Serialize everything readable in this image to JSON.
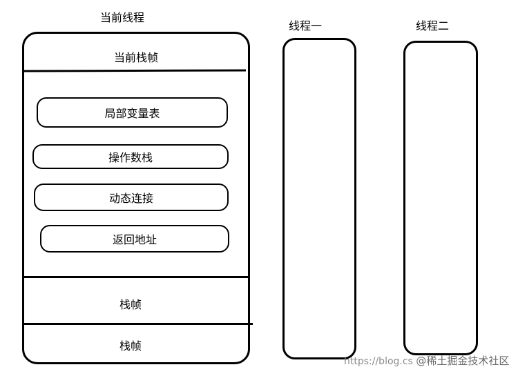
{
  "current_thread": {
    "title": "当前线程",
    "current_frame_label": "当前栈帧",
    "items": [
      "局部变量表",
      "操作数栈",
      "动态连接",
      "返回地址"
    ],
    "frames": [
      "栈帧",
      "栈帧"
    ]
  },
  "threads": [
    {
      "title": "线程一"
    },
    {
      "title": "线程二"
    }
  ],
  "watermark": {
    "url": "https://blog.cs",
    "brand": "@稀土掘金技术社区"
  }
}
